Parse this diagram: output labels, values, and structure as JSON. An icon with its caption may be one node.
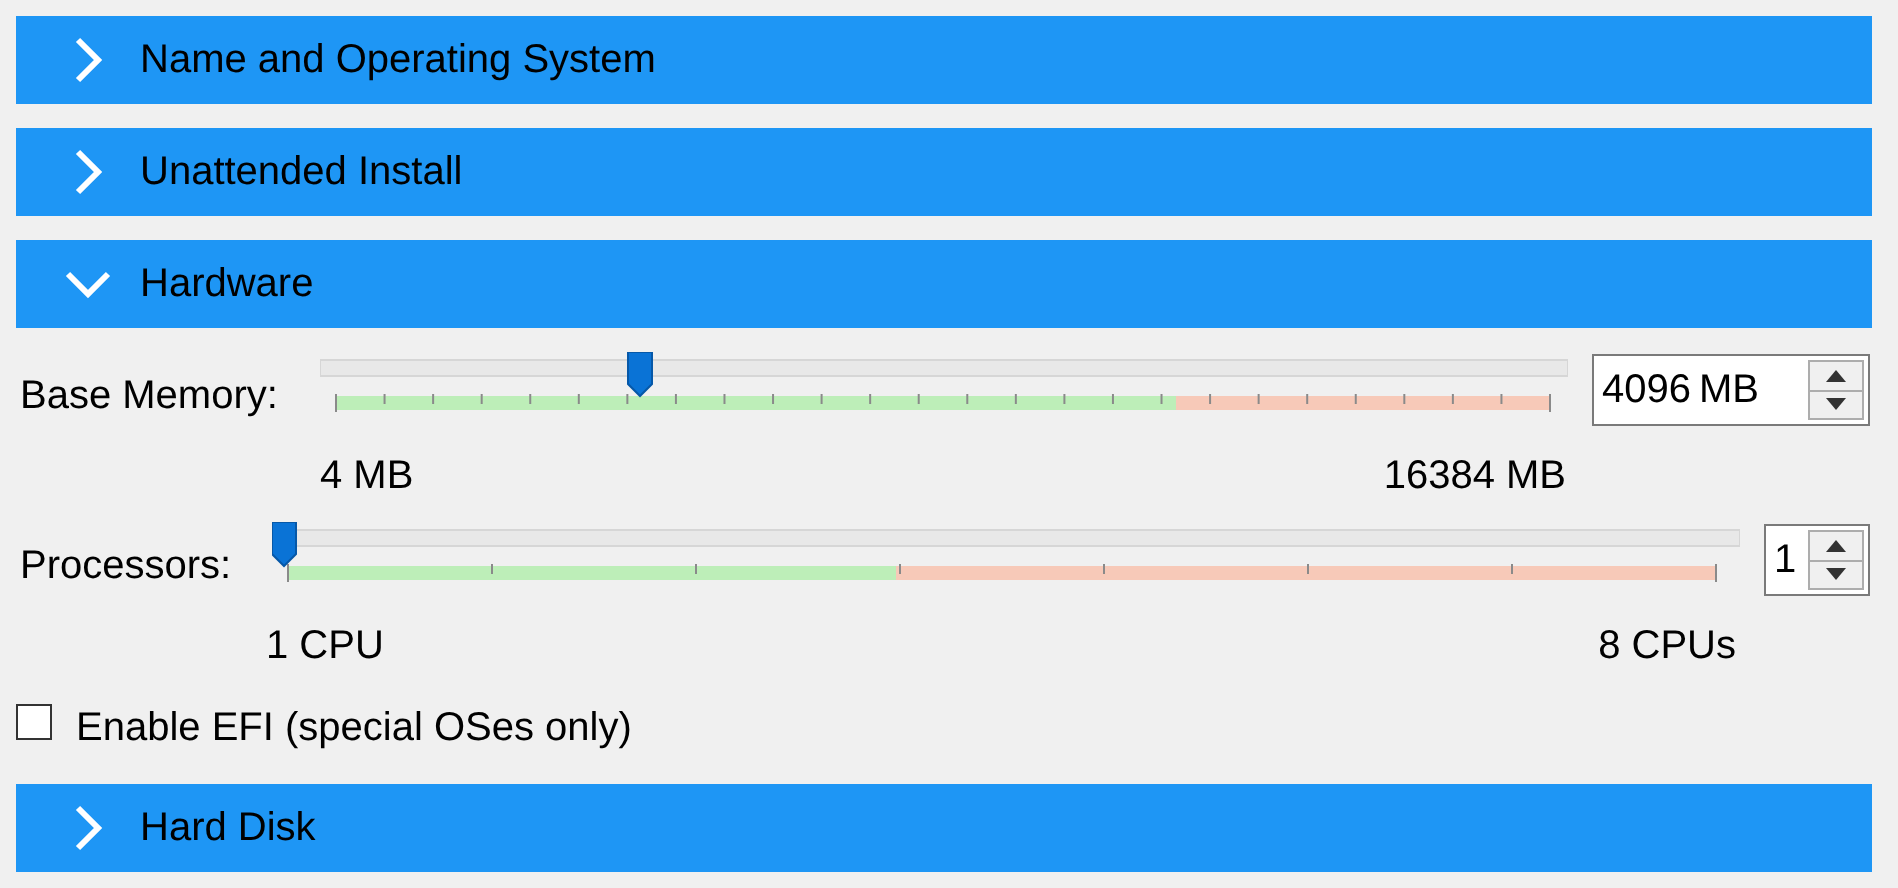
{
  "diagram": {
    "nodes": [
      {
        "text": [
          "Name and Operating System"
        ]
      },
      {
        "text": [
          "Unattended Install"
        ]
      },
      {
        "text": [
          "Hardware"
        ]
      },
      {
        "text": [
          "Hard Disk"
        ]
      }
    ],
    "labels": [
      "Base Memory:",
      "4096",
      "MB",
      "4 MB",
      "16384 MB",
      "Processors:",
      "1",
      "1 CPU",
      "8 CPUs",
      "Enable EFI (special OSes only)"
    ]
  }
}
